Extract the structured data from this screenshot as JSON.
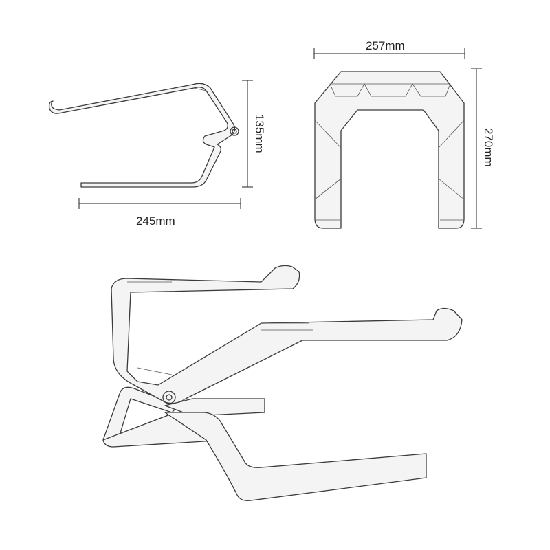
{
  "dimensions": {
    "side_length": "245mm",
    "side_height": "135mm",
    "front_width": "257mm",
    "front_depth": "270mm"
  }
}
